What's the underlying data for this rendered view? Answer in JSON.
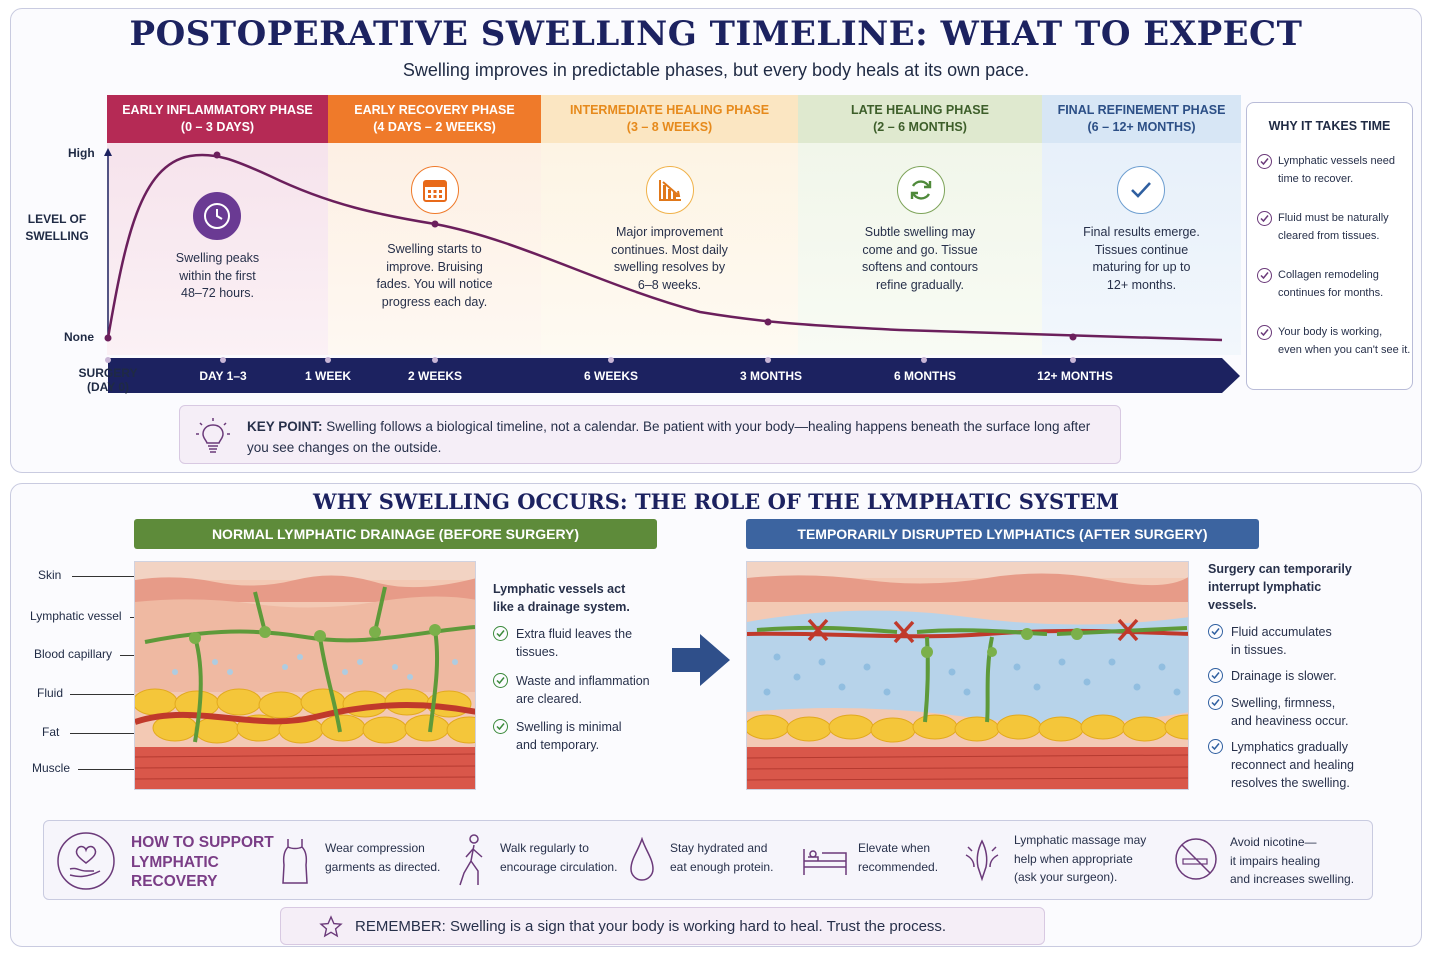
{
  "header": {
    "title": "POSTOPERATIVE SWELLING TIMELINE: WHAT TO EXPECT",
    "subtitle": "Swelling improves in predictable phases, but every body heals at its own pace."
  },
  "axis": {
    "y_title_line1": "LEVEL OF",
    "y_title_line2": "SWELLING",
    "y_high": "High",
    "y_none": "None"
  },
  "phases": [
    {
      "name": "EARLY INFLAMMATORY PHASE",
      "range": "(0 – 3 DAYS)",
      "icon": "clock-icon",
      "desc": [
        "Swelling peaks",
        "within the first",
        "48–72 hours."
      ],
      "color": "#b52a55"
    },
    {
      "name": "EARLY RECOVERY PHASE",
      "range": "(4 DAYS – 2 WEEKS)",
      "icon": "calendar-icon",
      "desc": [
        "Swelling starts to",
        "improve. Bruising",
        "fades. You will notice",
        "progress each day."
      ],
      "color": "#ef7a2a"
    },
    {
      "name": "INTERMEDIATE HEALING PHASE",
      "range": "(3 – 8 WEEKS)",
      "icon": "chart-down-icon",
      "desc": [
        "Major improvement",
        "continues. Most daily",
        "swelling resolves by",
        "6–8 weeks."
      ],
      "color": "#f0b24a"
    },
    {
      "name": "LATE HEALING PHASE",
      "range": "(2 – 6 MONTHS)",
      "icon": "refresh-icon",
      "desc": [
        "Subtle swelling may",
        "come and go. Tissue",
        "softens and contours",
        "refine gradually."
      ],
      "color": "#9cbd78"
    },
    {
      "name": "FINAL REFINEMENT PHASE",
      "range": "(6 – 12+ MONTHS)",
      "icon": "checkmark-icon",
      "desc": [
        "Final results emerge.",
        "Tissues continue",
        "maturing for up to",
        "12+ months."
      ],
      "color": "#6d9ed0"
    }
  ],
  "timeline": {
    "start_line1": "SURGERY",
    "start_line2": "(DAY 0)",
    "ticks": [
      "DAY 1–3",
      "1 WEEK",
      "2 WEEKS",
      "6 WEEKS",
      "3 MONTHS",
      "6 MONTHS",
      "12+ MONTHS"
    ]
  },
  "why_box": {
    "title": "WHY IT TAKES TIME",
    "items": [
      [
        "Lymphatic vessels need",
        "time to recover."
      ],
      [
        "Fluid must be naturally",
        "cleared from tissues."
      ],
      [
        "Collagen remodeling",
        "continues for months."
      ],
      [
        "Your body is working,",
        "even when you can't see it."
      ]
    ]
  },
  "key_point": {
    "label": "KEY POINT:",
    "line1": "Swelling follows a biological timeline, not a calendar. Be patient with your body—healing happens beneath the surface long after",
    "line2": "you see changes on the outside."
  },
  "section2": {
    "title": "WHY SWELLING OCCURS: THE ROLE OF THE LYMPHATIC SYSTEM",
    "normal_banner": "NORMAL LYMPHATIC DRAINAGE (BEFORE SURGERY)",
    "disrupted_banner": "TEMPORARILY DISRUPTED LYMPHATICS (AFTER SURGERY)",
    "tissue_labels": [
      "Skin",
      "Lymphatic vessel",
      "Blood capillary",
      "Fluid",
      "Fat",
      "Muscle"
    ],
    "normal_heading": [
      "Lymphatic vessels act",
      "like a drainage system."
    ],
    "normal_points": [
      [
        "Extra fluid leaves the",
        "tissues."
      ],
      [
        "Waste and inflammation",
        "are cleared."
      ],
      [
        "Swelling is minimal",
        "and temporary."
      ]
    ],
    "disrupted_heading": [
      "Surgery can temporarily",
      "interrupt lymphatic",
      "vessels."
    ],
    "disrupted_points": [
      [
        "Fluid accumulates",
        "in tissues."
      ],
      [
        "Drainage is slower."
      ],
      [
        "Swelling, firmness,",
        "and heaviness occur."
      ],
      [
        "Lymphatics gradually",
        "reconnect and healing",
        "resolves the swelling."
      ]
    ]
  },
  "support": {
    "title": [
      "HOW TO SUPPORT",
      "LYMPHATIC",
      "RECOVERY"
    ],
    "items": [
      {
        "icon": "compression-garment-icon",
        "text": [
          "Wear compression",
          "garments as directed."
        ]
      },
      {
        "icon": "walking-icon",
        "text": [
          "Walk regularly to",
          "encourage circulation."
        ]
      },
      {
        "icon": "water-drop-icon",
        "text": [
          "Stay hydrated and",
          "eat enough protein."
        ]
      },
      {
        "icon": "bed-icon",
        "text": [
          "Elevate when",
          "recommended."
        ]
      },
      {
        "icon": "massage-hands-icon",
        "text": [
          "Lymphatic massage may",
          "help when appropriate",
          "(ask your surgeon)."
        ]
      },
      {
        "icon": "no-smoking-icon",
        "text": [
          "Avoid nicotine—",
          "it impairs healing",
          "and increases swelling."
        ]
      }
    ]
  },
  "remember": {
    "label": "REMEMBER:",
    "text": "Swelling is a sign that your body is working hard to heal. Trust the process."
  },
  "colors": {
    "navy": "#1c2260",
    "curve": "#6b1f5c",
    "green_banner": "#5e8b3a",
    "blue_banner": "#3c64a0"
  }
}
